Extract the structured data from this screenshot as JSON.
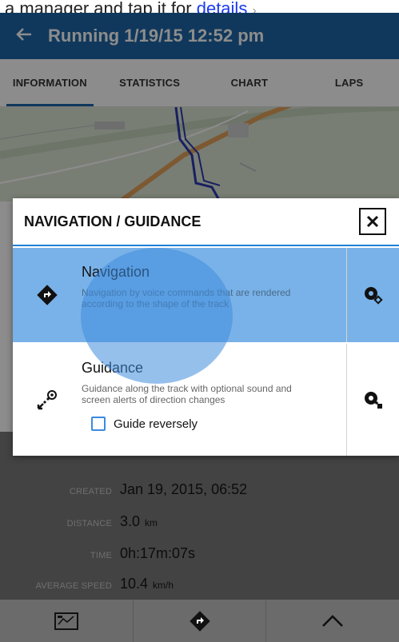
{
  "caption": {
    "text": "a manager and tap it for",
    "link": "details",
    "chevron": "›"
  },
  "appbar": {
    "title": "Running 1/19/15 12:52 pm",
    "back_icon": "arrow-left-icon"
  },
  "tabs": [
    {
      "label": "INFORMATION",
      "active": true
    },
    {
      "label": "STATISTICS",
      "active": false
    },
    {
      "label": "CHART",
      "active": false
    },
    {
      "label": "LAPS",
      "active": false
    }
  ],
  "details": [
    {
      "label": "CREATED",
      "value": "Jan 19, 2015, 06:52",
      "unit": ""
    },
    {
      "label": "DISTANCE",
      "value": "3.0",
      "unit": "km"
    },
    {
      "label": "TIME",
      "value": "0h:17m:07s",
      "unit": ""
    },
    {
      "label": "AVERAGE SPEED",
      "value": "10.4",
      "unit": "km/h"
    }
  ],
  "dialog": {
    "title": "NAVIGATION / GUIDANCE",
    "navigation": {
      "name": "Navigation",
      "description": "Navigation by voice commands that are rendered according to the shape of the track"
    },
    "guidance": {
      "name": "Guidance",
      "description": "Guidance along the track with optional sound and screen alerts of direction changes",
      "checkbox_label": "Guide reversely",
      "checkbox_checked": false
    }
  },
  "colors": {
    "accent": "#1e66a8",
    "highlight": "#79b2e8",
    "map_bg": "#dfe6d8"
  }
}
